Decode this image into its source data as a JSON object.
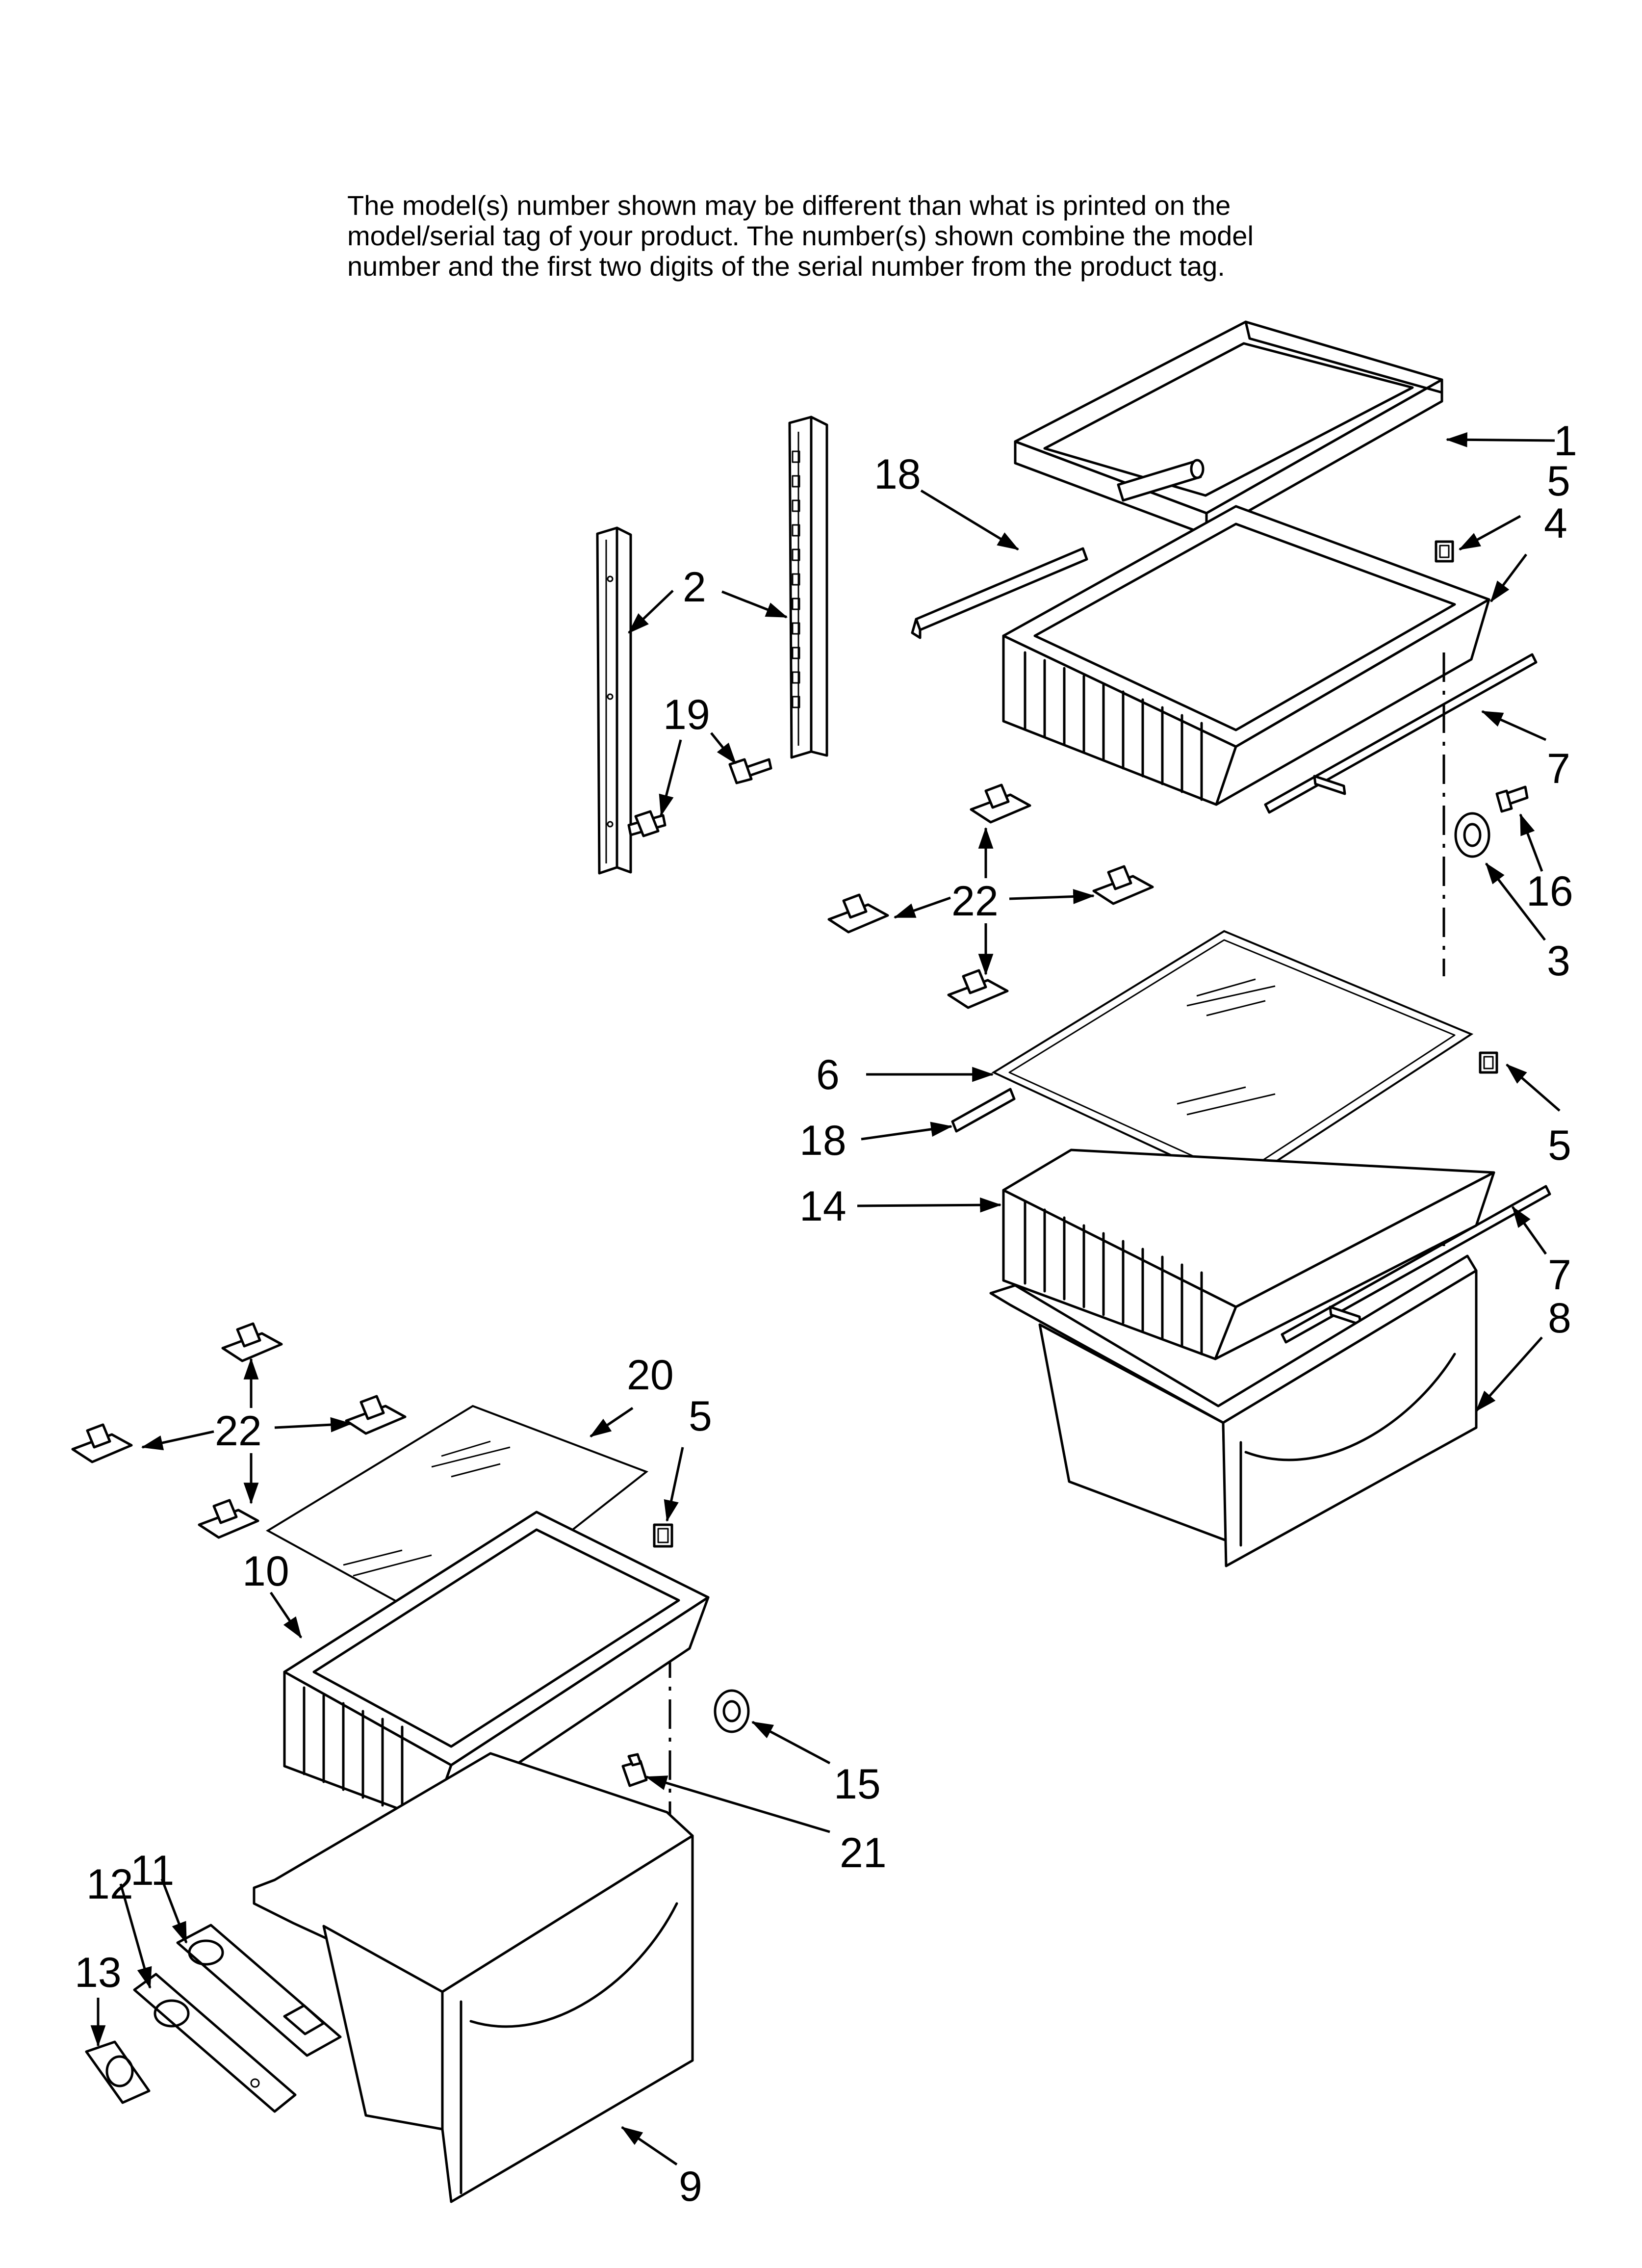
{
  "notice": {
    "lines": [
      "The model(s) number shown may be different than what is printed on the",
      "model/serial tag of your product. The number(s) shown combine the model",
      "number and the first two digits of the serial number from the product tag."
    ]
  },
  "callouts": {
    "c1": "1",
    "c5a": "5",
    "c4": "4",
    "c18a": "18",
    "c2": "2",
    "c19": "19",
    "c7a": "7",
    "c16": "16",
    "c3": "3",
    "c22a": "22",
    "c6": "6",
    "c5b": "5",
    "c18b": "18",
    "c14": "14",
    "c7b": "7",
    "c8": "8",
    "c20": "20",
    "c5c": "5",
    "c22b": "22",
    "c10": "10",
    "c15": "15",
    "c21": "21",
    "c12": "12",
    "c11": "11",
    "c13": "13",
    "c9": "9"
  }
}
